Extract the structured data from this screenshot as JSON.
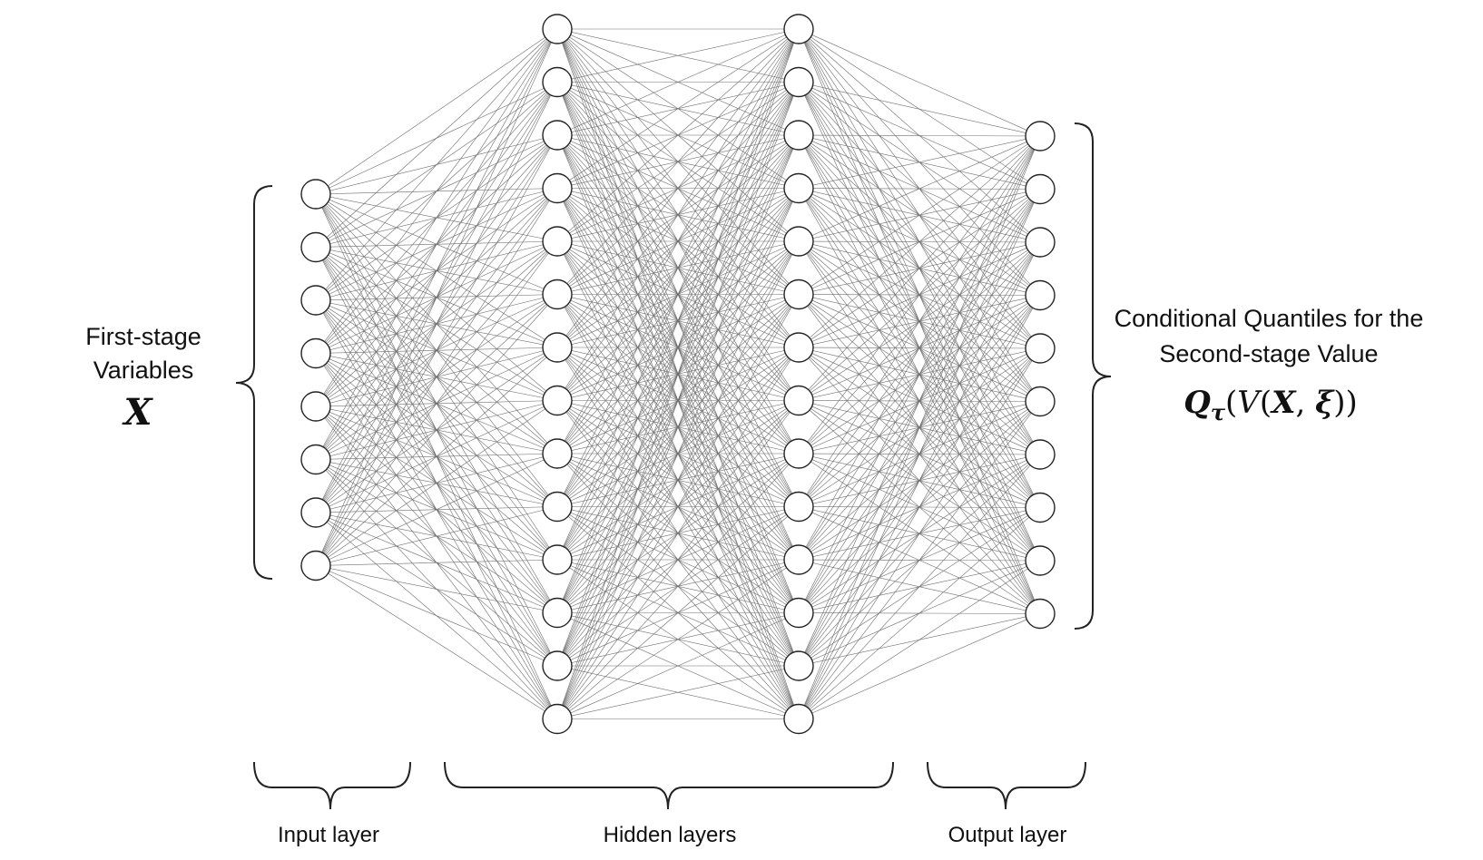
{
  "labels": {
    "input_title_line1": "First-stage",
    "input_title_line2": "Variables",
    "input_symbol": "X",
    "output_title_line1": "Conditional Quantiles for the",
    "output_title_line2": "Second-stage Value",
    "output_formula": {
      "q": "Q",
      "sub": "τ",
      "open": "(",
      "v": "V",
      "open2": "(",
      "x": "X",
      "comma": ", ",
      "xi": "ξ",
      "close": "))"
    },
    "input_layer": "Input layer",
    "hidden_layers": "Hidden layers",
    "output_layer": "Output layer"
  },
  "network": {
    "layers": [
      {
        "name": "input",
        "nodes": 8
      },
      {
        "name": "hidden-1",
        "nodes": 14
      },
      {
        "name": "hidden-2",
        "nodes": 14
      },
      {
        "name": "output",
        "nodes": 10
      }
    ],
    "fully_connected": true
  },
  "colors": {
    "edge": "#6e6e6e",
    "node_stroke": "#222222",
    "node_fill": "#ffffff",
    "text": "#111111"
  }
}
